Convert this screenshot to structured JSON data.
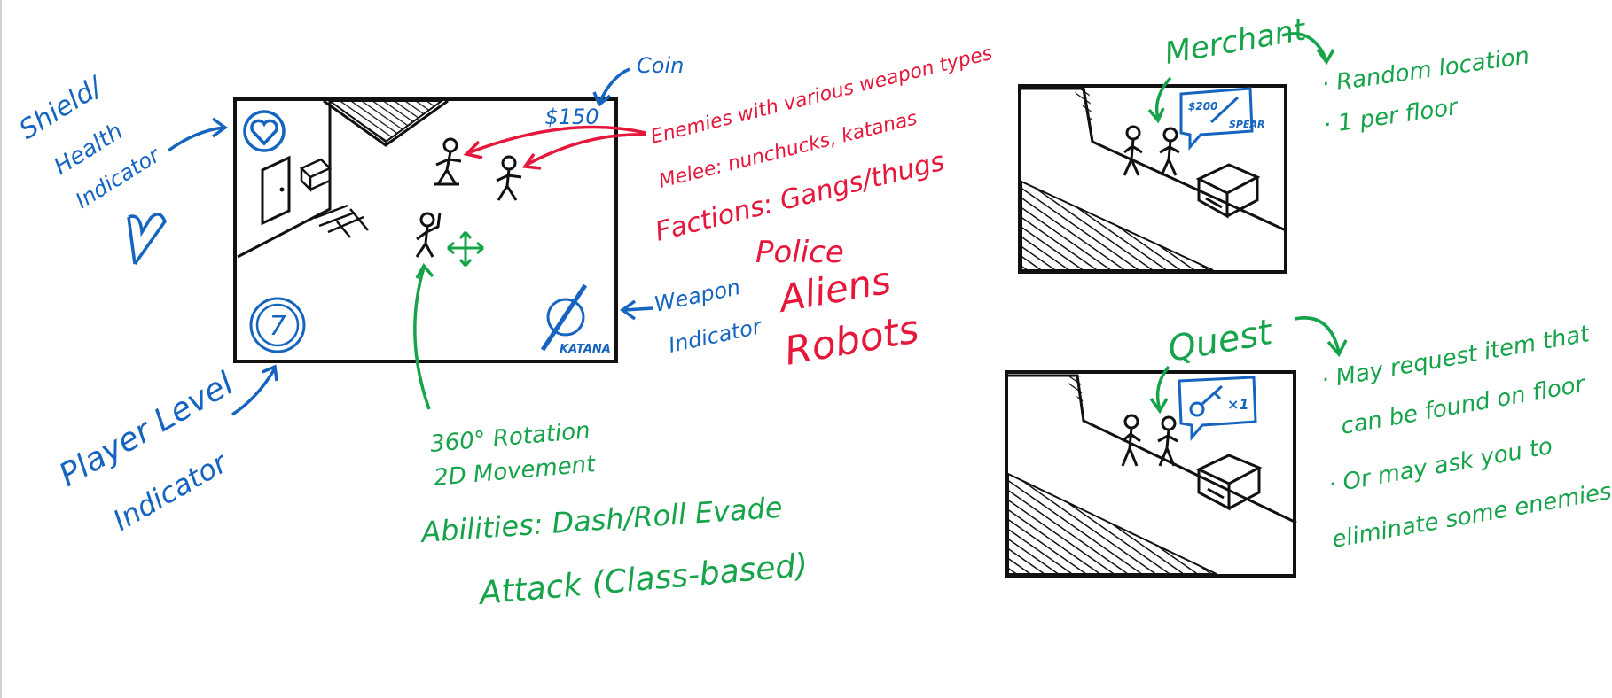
{
  "colors": {
    "blue": "#1565c0",
    "red": "#e5173a",
    "green": "#16a34a",
    "ink": "#111111"
  },
  "hud": {
    "coin_amount": "$150",
    "player_level": "7",
    "weapon_name": "KATANA"
  },
  "annotations": {
    "shield_health": [
      "Shield/",
      "Health",
      "Indicator"
    ],
    "coin": "Coin",
    "weapon_indicator": [
      "Weapon",
      "Indicator"
    ],
    "player_level": [
      "Player Level",
      "Indicator"
    ],
    "enemies": [
      "Enemies with various weapon types",
      "Melee: nunchucks, katanas",
      "Factions: Gangs/thugs"
    ],
    "factions_extra": [
      "Police",
      "Aliens",
      "Robots"
    ],
    "movement": [
      "360° Rotation",
      "2D Movement",
      "Abilities: Dash/Roll Evade",
      "Attack (Class-based)"
    ]
  },
  "merchant": {
    "title": "Merchant",
    "bubble_price": "$200",
    "bubble_item": "SPEAR",
    "notes": [
      "· Random location",
      "· 1 per floor"
    ]
  },
  "quest": {
    "title": "Quest",
    "bubble_count": "×1",
    "notes": [
      "· May request item that",
      "can be found on floor",
      "· Or may ask you to",
      "eliminate some enemies"
    ]
  }
}
